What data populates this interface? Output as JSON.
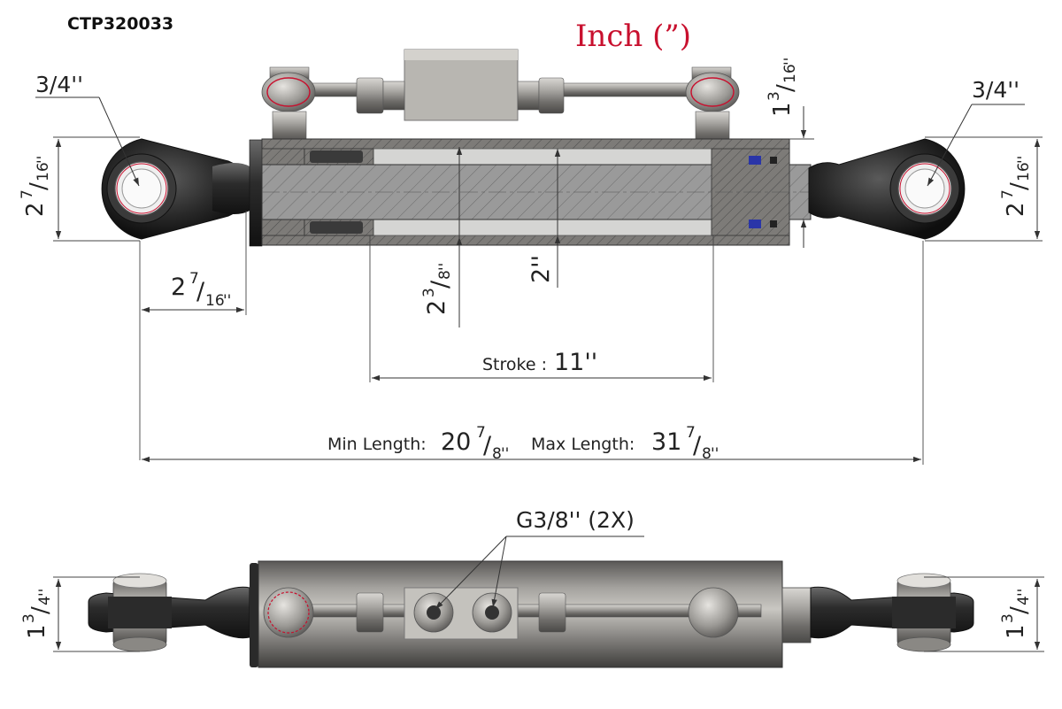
{
  "part_code": "CTP320033",
  "unit_label": "Inch (”)",
  "dims": {
    "left_pin": "3/4''",
    "right_pin": "3/4''",
    "left_eye_height": {
      "whole": "2",
      "num": "7",
      "den": "16",
      "mark": "''"
    },
    "right_eye_height": {
      "whole": "2",
      "num": "7",
      "den": "16",
      "mark": "''"
    },
    "left_eye_length": {
      "whole": "2",
      "num": "7",
      "den": "16",
      "mark": "''"
    },
    "valve_offset": {
      "whole": "1",
      "num": "3",
      "den": "16",
      "mark": "''"
    },
    "bore": {
      "whole": "2",
      "num": "3",
      "den": "8",
      "mark": "''"
    },
    "rod": "2''",
    "stroke_label": "Stroke :",
    "stroke_value": "11''",
    "min_length_label": "Min Length:",
    "min_length": {
      "whole": "20",
      "num": "7",
      "den": "8",
      "mark": "''"
    },
    "max_length_label": "Max Length:",
    "max_length": {
      "whole": "31",
      "num": "7",
      "den": "8",
      "mark": "''"
    },
    "port": "G3/8'' (2X)",
    "left_eye_width": {
      "whole": "1",
      "num": "3",
      "den": "4",
      "mark": "''"
    },
    "right_eye_width": {
      "whole": "1",
      "num": "3",
      "den": "4",
      "mark": "''"
    }
  },
  "colors": {
    "accent_red": "#c8102e",
    "steel": "#9a9894",
    "rubber": "#2c2c2c",
    "seal_blue": "#2a35a8"
  }
}
